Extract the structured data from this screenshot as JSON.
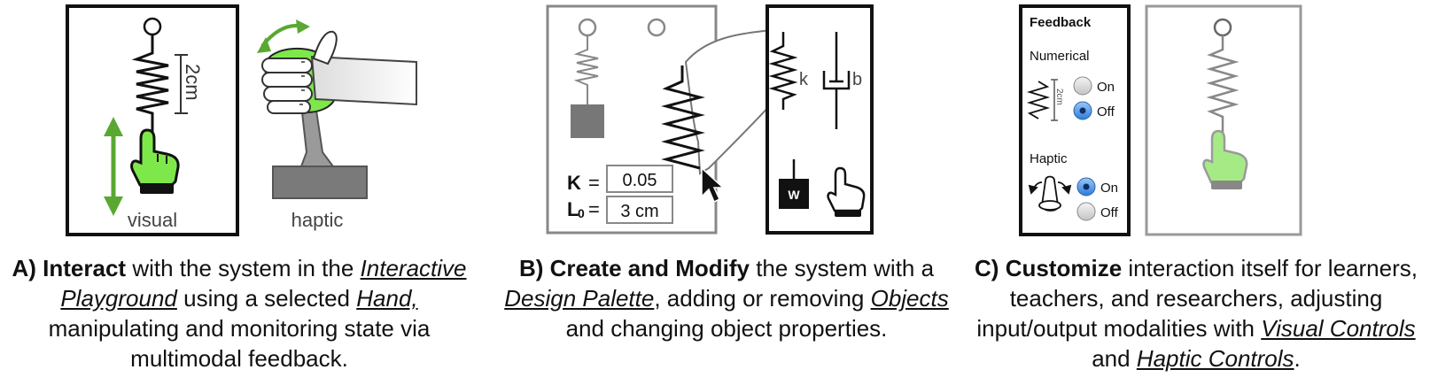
{
  "panelA": {
    "spring_length_label": "2cm",
    "visual_label": "visual",
    "haptic_label": "haptic"
  },
  "panelB": {
    "k_label": "K",
    "k_equals": "=",
    "k_value": "0.05",
    "l0_label_main": "L",
    "l0_label_sub": "0",
    "l0_equals": "=",
    "l0_value": "3 cm",
    "palette_spring_label": "k",
    "palette_damper_label": "b",
    "palette_weight_label": "W"
  },
  "panelC": {
    "feedback_title": "Feedback",
    "numerical_label": "Numerical",
    "numerical_scale_label": "2cm",
    "numerical_on_label": "On",
    "numerical_off_label": "Off",
    "haptic_label": "Haptic",
    "haptic_on_label": "On",
    "haptic_off_label": "Off",
    "numerical_selected": "Off",
    "haptic_selected": "On"
  },
  "captions": {
    "a": {
      "prefix": "A) ",
      "bold": "Interact",
      "t1": " with the system in the ",
      "u1": "Interactive Playground",
      "t2": " using a selected ",
      "u2": "Hand,",
      "t3": " manipulating and monitoring state via multimodal feedback."
    },
    "b": {
      "prefix": "B) ",
      "bold": "Create and Modify",
      "t1": " the system with a ",
      "u1": "Design Palette",
      "t2": ", adding or removing ",
      "u2": "Objects",
      "t3": " and changing object properties."
    },
    "c": {
      "prefix": "C) ",
      "bold": "Customize",
      "t1": " interaction itself for learners, teachers, and researchers, adjusting input/output modalities with ",
      "u1": "Visual Controls",
      "t2": " and ",
      "u2": "Haptic Controls",
      "t3": "."
    }
  },
  "colors": {
    "hand_green": "#7ee84a",
    "arrow_green": "#5aa832",
    "radio_selected": "#3a86e0",
    "radio_unselected": "#d8d8d8"
  }
}
